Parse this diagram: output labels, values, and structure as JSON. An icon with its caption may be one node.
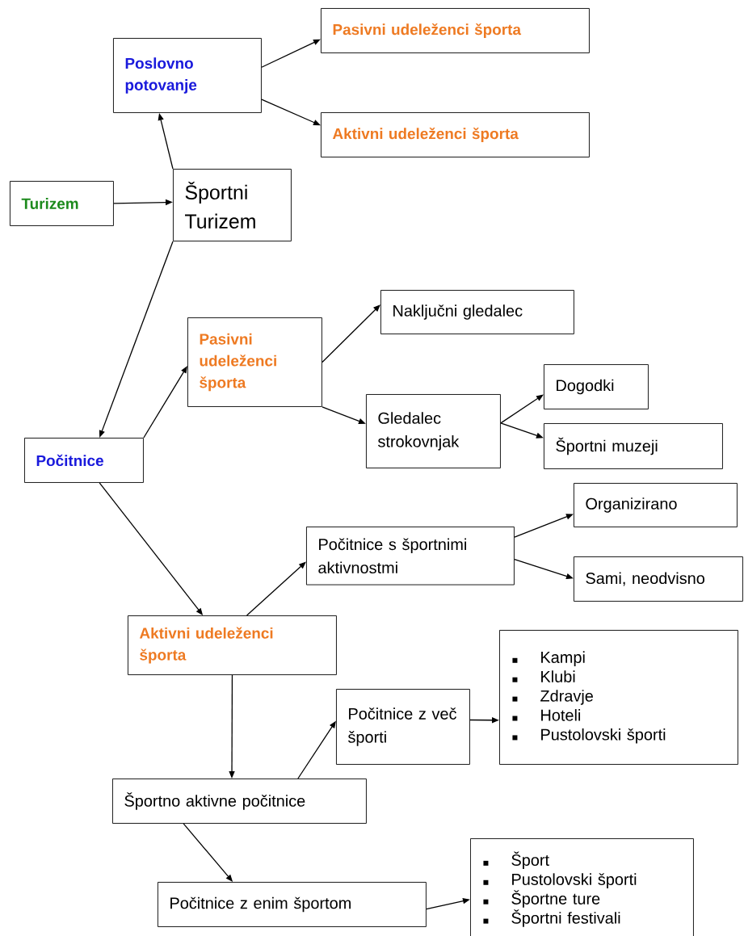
{
  "diagram": {
    "nodes": [
      {
        "text": [
          "Turizem"
        ]
      },
      {
        "text": [
          "Športni Turizem"
        ]
      },
      {
        "text": [
          "Poslovno potovanje"
        ]
      },
      {
        "text": [
          "Pasivni udeleženci športa"
        ]
      },
      {
        "text": [
          "Aktivni udeleženci športa"
        ]
      },
      {
        "text": [
          "Počitnice"
        ]
      },
      {
        "text": [
          "Pasivni udeleženci športa"
        ]
      },
      {
        "text": [
          "Naključni gledalec"
        ]
      },
      {
        "text": [
          "Gledalec strokovnjak"
        ]
      },
      {
        "text": [
          "Dogodki"
        ]
      },
      {
        "text": [
          "Športni muzeji"
        ]
      },
      {
        "text": [
          "Počitnice s športnimi aktivnostmi"
        ]
      },
      {
        "text": [
          "Organizirano"
        ]
      },
      {
        "text": [
          "Sami, neodvisno"
        ]
      },
      {
        "text": [
          "Aktivni udeleženci športa"
        ]
      },
      {
        "text": [
          "Počitnice z več športi"
        ]
      },
      {
        "text": [
          "Kampi",
          "Klubi",
          "Zdravje",
          "Hoteli",
          "Pustolovski športi"
        ]
      },
      {
        "text": [
          "Športno aktivne počitnice"
        ]
      },
      {
        "text": [
          "Počitnice z enim športom"
        ]
      },
      {
        "text": [
          "Šport",
          "Pustolovski športi",
          "Športne ture",
          "Športni festivali"
        ]
      }
    ],
    "edges": [
      {
        "from": 0,
        "to": 1,
        "arrow": "to"
      },
      {
        "from": 1,
        "to": 2,
        "arrow": "to"
      },
      {
        "from": 2,
        "to": 3,
        "arrow": "to"
      },
      {
        "from": 2,
        "to": 4,
        "arrow": "to"
      },
      {
        "from": 1,
        "to": 5,
        "arrow": "to"
      },
      {
        "from": 5,
        "to": 6,
        "arrow": "to"
      },
      {
        "from": 6,
        "to": 7,
        "arrow": "to"
      },
      {
        "from": 6,
        "to": 8,
        "arrow": "to"
      },
      {
        "from": 8,
        "to": 9,
        "arrow": "to"
      },
      {
        "from": 8,
        "to": 10,
        "arrow": "to"
      },
      {
        "from": 5,
        "to": 14,
        "arrow": "to"
      },
      {
        "from": 14,
        "to": 11,
        "arrow": "to"
      },
      {
        "from": 11,
        "to": 12,
        "arrow": "to"
      },
      {
        "from": 11,
        "to": 13,
        "arrow": "to"
      },
      {
        "from": 14,
        "to": 17,
        "arrow": "to"
      },
      {
        "from": 17,
        "to": 15,
        "arrow": "to"
      },
      {
        "from": 15,
        "to": 16,
        "arrow": "to"
      },
      {
        "from": 17,
        "to": 18,
        "arrow": "to"
      },
      {
        "from": 18,
        "to": 19,
        "arrow": "to"
      }
    ]
  }
}
